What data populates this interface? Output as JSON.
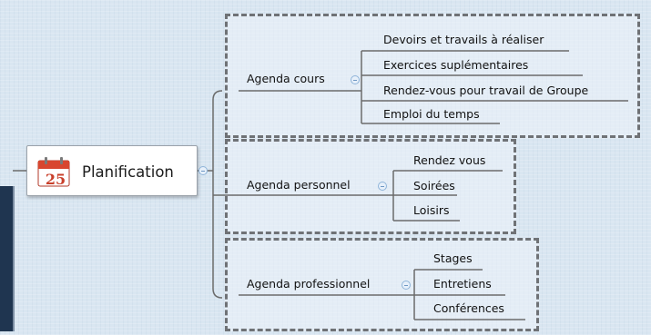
{
  "root": {
    "label": "Planification",
    "icon": "calendar-icon",
    "icon_day": "25"
  },
  "branches": [
    {
      "label": "Agenda cours",
      "children": [
        "Devoirs et travails à réaliser",
        "Exercices suplémentaires",
        "Rendez-vous pour travail de Groupe",
        "Emploi du temps"
      ]
    },
    {
      "label": "Agenda personnel",
      "children": [
        "Rendez vous",
        "Soirées",
        "Loisirs"
      ]
    },
    {
      "label": "Agenda professionnel",
      "children": [
        "Stages",
        "Entretiens",
        "Conférences"
      ]
    }
  ],
  "colors": {
    "line": "#6b6b6b",
    "box_border": "#6f7276",
    "calendar_red": "#d8462f",
    "background": "#d9e6f1"
  }
}
